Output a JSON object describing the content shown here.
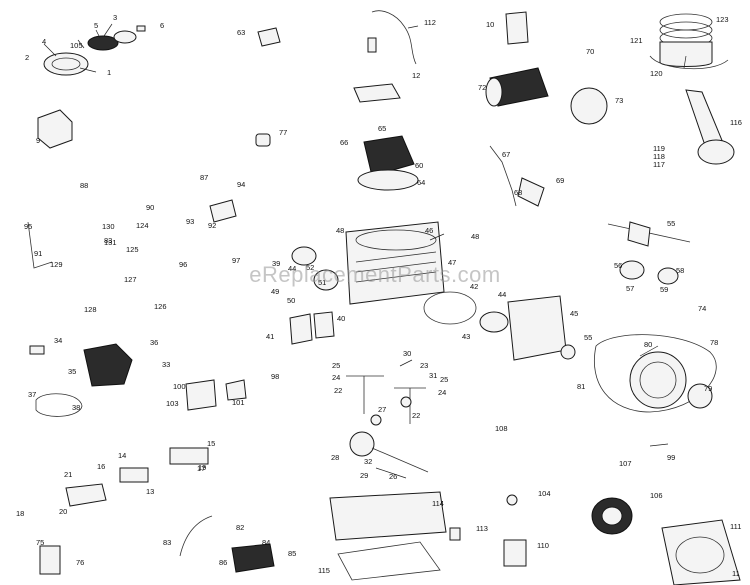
{
  "watermark": "eReplacementParts.com",
  "callouts": [
    "1",
    "2",
    "3",
    "4",
    "5",
    "6",
    "9",
    "10",
    "11",
    "12",
    "13",
    "14",
    "15",
    "16",
    "17",
    "18",
    "19",
    "20",
    "21",
    "22",
    "22",
    "23",
    "24",
    "24",
    "25",
    "25",
    "26",
    "27",
    "28",
    "29",
    "30",
    "31",
    "32",
    "33",
    "34",
    "35",
    "36",
    "37",
    "38",
    "39",
    "40",
    "41",
    "42",
    "43",
    "44",
    "44",
    "45",
    "46",
    "47",
    "48",
    "48",
    "49",
    "50",
    "51",
    "52",
    "55",
    "55",
    "56",
    "57",
    "58",
    "59",
    "60",
    "63",
    "64",
    "65",
    "66",
    "67",
    "68",
    "69",
    "70",
    "72",
    "73",
    "74",
    "75",
    "76",
    "77",
    "78",
    "79",
    "80",
    "81",
    "82",
    "83",
    "83",
    "84",
    "85",
    "86",
    "87",
    "88",
    "90",
    "91",
    "92",
    "93",
    "94",
    "95",
    "96",
    "97",
    "98",
    "99",
    "100",
    "101",
    "103",
    "104",
    "105",
    "106",
    "107",
    "108",
    "110",
    "111",
    "112",
    "113",
    "114",
    "115",
    "116",
    "117",
    "118",
    "119",
    "120",
    "121",
    "123",
    "124",
    "125",
    "126",
    "127",
    "128",
    "129",
    "130",
    "131"
  ]
}
